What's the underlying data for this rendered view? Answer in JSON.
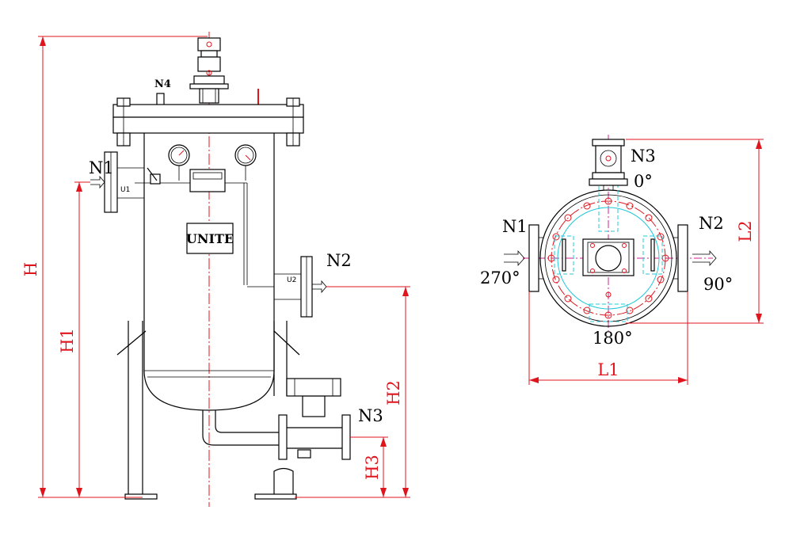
{
  "labels": {
    "n1": "N1",
    "n2": "N2",
    "n3": "N3",
    "n4": "N4",
    "u1": "U1",
    "u2": "U2",
    "brand": "UNITE",
    "plan_n1": "N1",
    "plan_n2": "N2",
    "plan_n3": "N3",
    "angle_0": "0°",
    "angle_90": "90°",
    "angle_180": "180°",
    "angle_270": "270°"
  },
  "dimensions": {
    "h": "H",
    "h1": "H1",
    "h2": "H2",
    "h3": "H3",
    "l1": "L1",
    "l2": "L2"
  },
  "colors": {
    "outline": "#000000",
    "dimension": "#e0141c",
    "centerline": "#d02090",
    "hidden": "#20c8d8"
  }
}
